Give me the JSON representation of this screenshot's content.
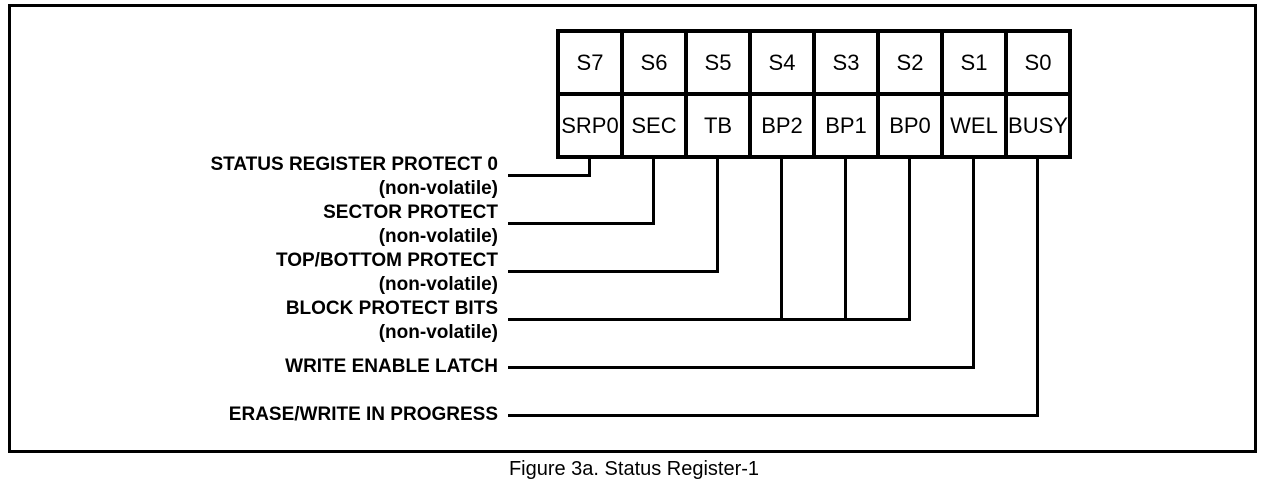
{
  "figure": {
    "caption": "Figure 3a. Status Register-1"
  },
  "register": {
    "bits": [
      {
        "position": "S7",
        "name": "SRP0"
      },
      {
        "position": "S6",
        "name": "SEC"
      },
      {
        "position": "S5",
        "name": "TB"
      },
      {
        "position": "S4",
        "name": "BP2"
      },
      {
        "position": "S3",
        "name": "BP1"
      },
      {
        "position": "S2",
        "name": "BP0"
      },
      {
        "position": "S1",
        "name": "WEL"
      },
      {
        "position": "S0",
        "name": "BUSY"
      }
    ]
  },
  "labels": [
    {
      "title": "STATUS REGISTER PROTECT 0",
      "subtitle": "(non-volatile)"
    },
    {
      "title": "SECTOR PROTECT",
      "subtitle": "(non-volatile)"
    },
    {
      "title": "TOP/BOTTOM PROTECT",
      "subtitle": "(non-volatile)"
    },
    {
      "title": "BLOCK PROTECT BITS",
      "subtitle": "(non-volatile)"
    },
    {
      "title": "WRITE ENABLE LATCH"
    },
    {
      "title": "ERASE/WRITE IN PROGRESS"
    }
  ],
  "colors": {
    "line": "#000000",
    "background": "#ffffff",
    "text": "#000000"
  }
}
